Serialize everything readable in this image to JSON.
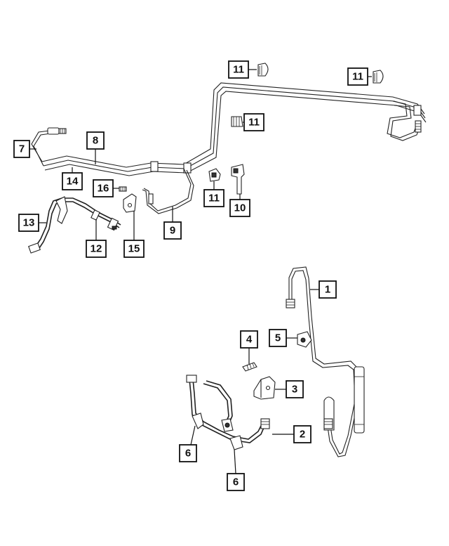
{
  "callouts": [
    {
      "id": "c11a",
      "label": "11"
    },
    {
      "id": "c11b",
      "label": "11"
    },
    {
      "id": "c11c",
      "label": "11"
    },
    {
      "id": "c11d",
      "label": "11"
    },
    {
      "id": "c7",
      "label": "7"
    },
    {
      "id": "c8",
      "label": "8"
    },
    {
      "id": "c14",
      "label": "14"
    },
    {
      "id": "c16",
      "label": "16"
    },
    {
      "id": "c9",
      "label": "9"
    },
    {
      "id": "c10",
      "label": "10"
    },
    {
      "id": "c13",
      "label": "13"
    },
    {
      "id": "c12",
      "label": "12"
    },
    {
      "id": "c15",
      "label": "15"
    },
    {
      "id": "c1",
      "label": "1"
    },
    {
      "id": "c4",
      "label": "4"
    },
    {
      "id": "c5",
      "label": "5"
    },
    {
      "id": "c3",
      "label": "3"
    },
    {
      "id": "c2",
      "label": "2"
    },
    {
      "id": "c6a",
      "label": "6"
    },
    {
      "id": "c6b",
      "label": "6"
    }
  ]
}
